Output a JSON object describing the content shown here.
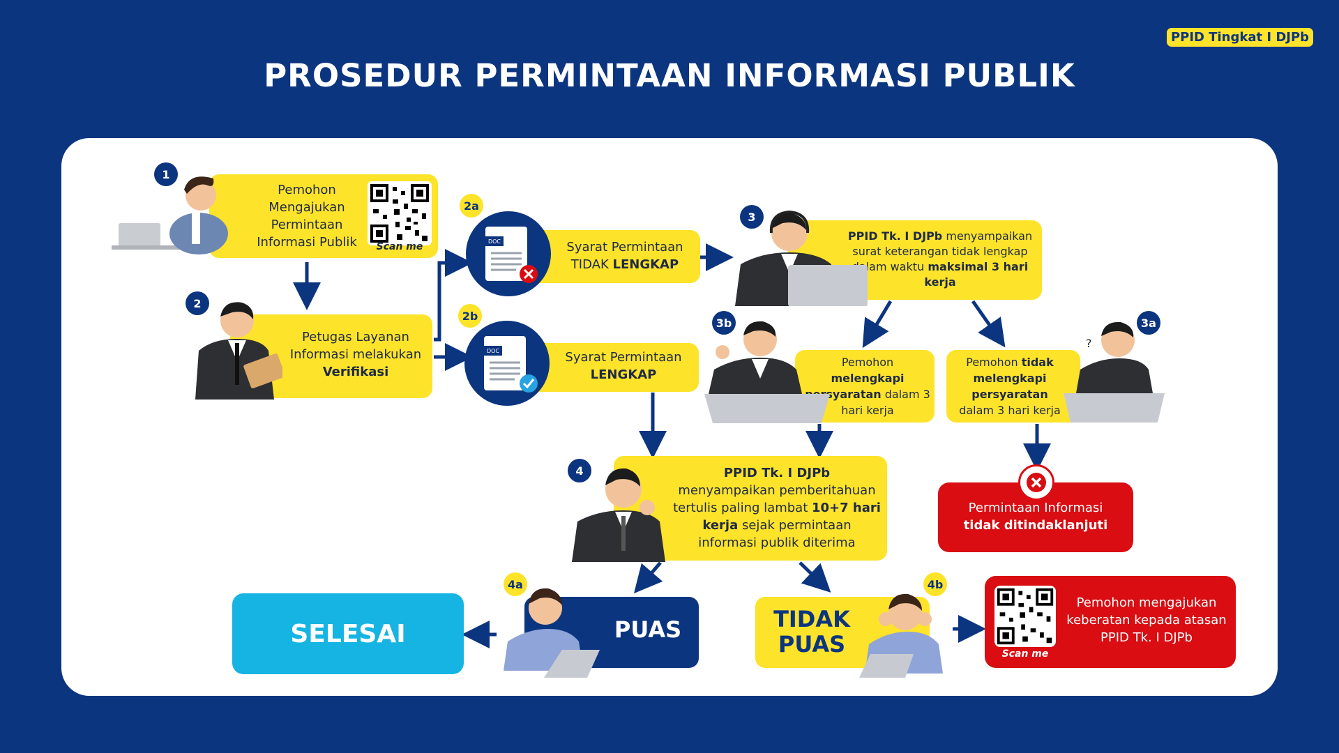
{
  "badge": "PPID Tingkat I DJPb",
  "title": "PROSEDUR PERMINTAAN INFORMASI PUBLIK",
  "colors": {
    "navy": "#0c3580",
    "yellow": "#fde32a",
    "red": "#d90d12",
    "cyan": "#15b4e3",
    "white": "#ffffff"
  },
  "steps": {
    "s1": {
      "num": "1",
      "text": "Pemohon Mengajukan Permintaan Informasi Publik",
      "qr_label": "Scan me"
    },
    "s2": {
      "num": "2",
      "text_a": "Petugas Layanan Informasi melakukan",
      "text_b": "Verifikasi"
    },
    "s2a": {
      "num": "2a",
      "text_a": "Syarat Permintaan",
      "text_b": "TIDAK",
      "text_c": "LENGKAP",
      "icon_label": "DOC"
    },
    "s2b": {
      "num": "2b",
      "text_a": "Syarat Permintaan",
      "text_b": "LENGKAP",
      "icon_label": "DOC"
    },
    "s3": {
      "num": "3",
      "text_a": "PPID Tk. I DJPb",
      "text_b": "menyampaikan surat keterangan tidak lengkap dalam waktu",
      "text_c": "maksimal 3 hari kerja"
    },
    "s3b": {
      "num": "3b",
      "text_a": "Pemohon",
      "text_b": "melengkapi persyaratan",
      "text_c": "dalam 3 hari kerja"
    },
    "s3a": {
      "num": "3a",
      "text_a": "Pemohon",
      "text_b": "tidak melengkapi persyaratan",
      "text_c": "dalam 3 hari kerja"
    },
    "s3a_end": {
      "text_a": "Permintaan Informasi",
      "text_b": "tidak ditindaklanjuti"
    },
    "s4": {
      "num": "4",
      "text_a": "PPID Tk. I DJPb",
      "text_b": "menyampaikan pemberitahuan tertulis paling lambat",
      "text_c": "10+7 hari kerja",
      "text_d": "sejak permintaan informasi publik diterima"
    },
    "s4a": {
      "num": "4a",
      "text": "PUAS"
    },
    "s4b": {
      "num": "4b",
      "text_a": "TIDAK",
      "text_b": "PUAS"
    },
    "end": {
      "text": "SELESAI"
    },
    "appeal": {
      "text": "Pemohon mengajukan keberatan kepada atasan PPID Tk. I DJPb",
      "qr_label": "Scan me"
    }
  }
}
